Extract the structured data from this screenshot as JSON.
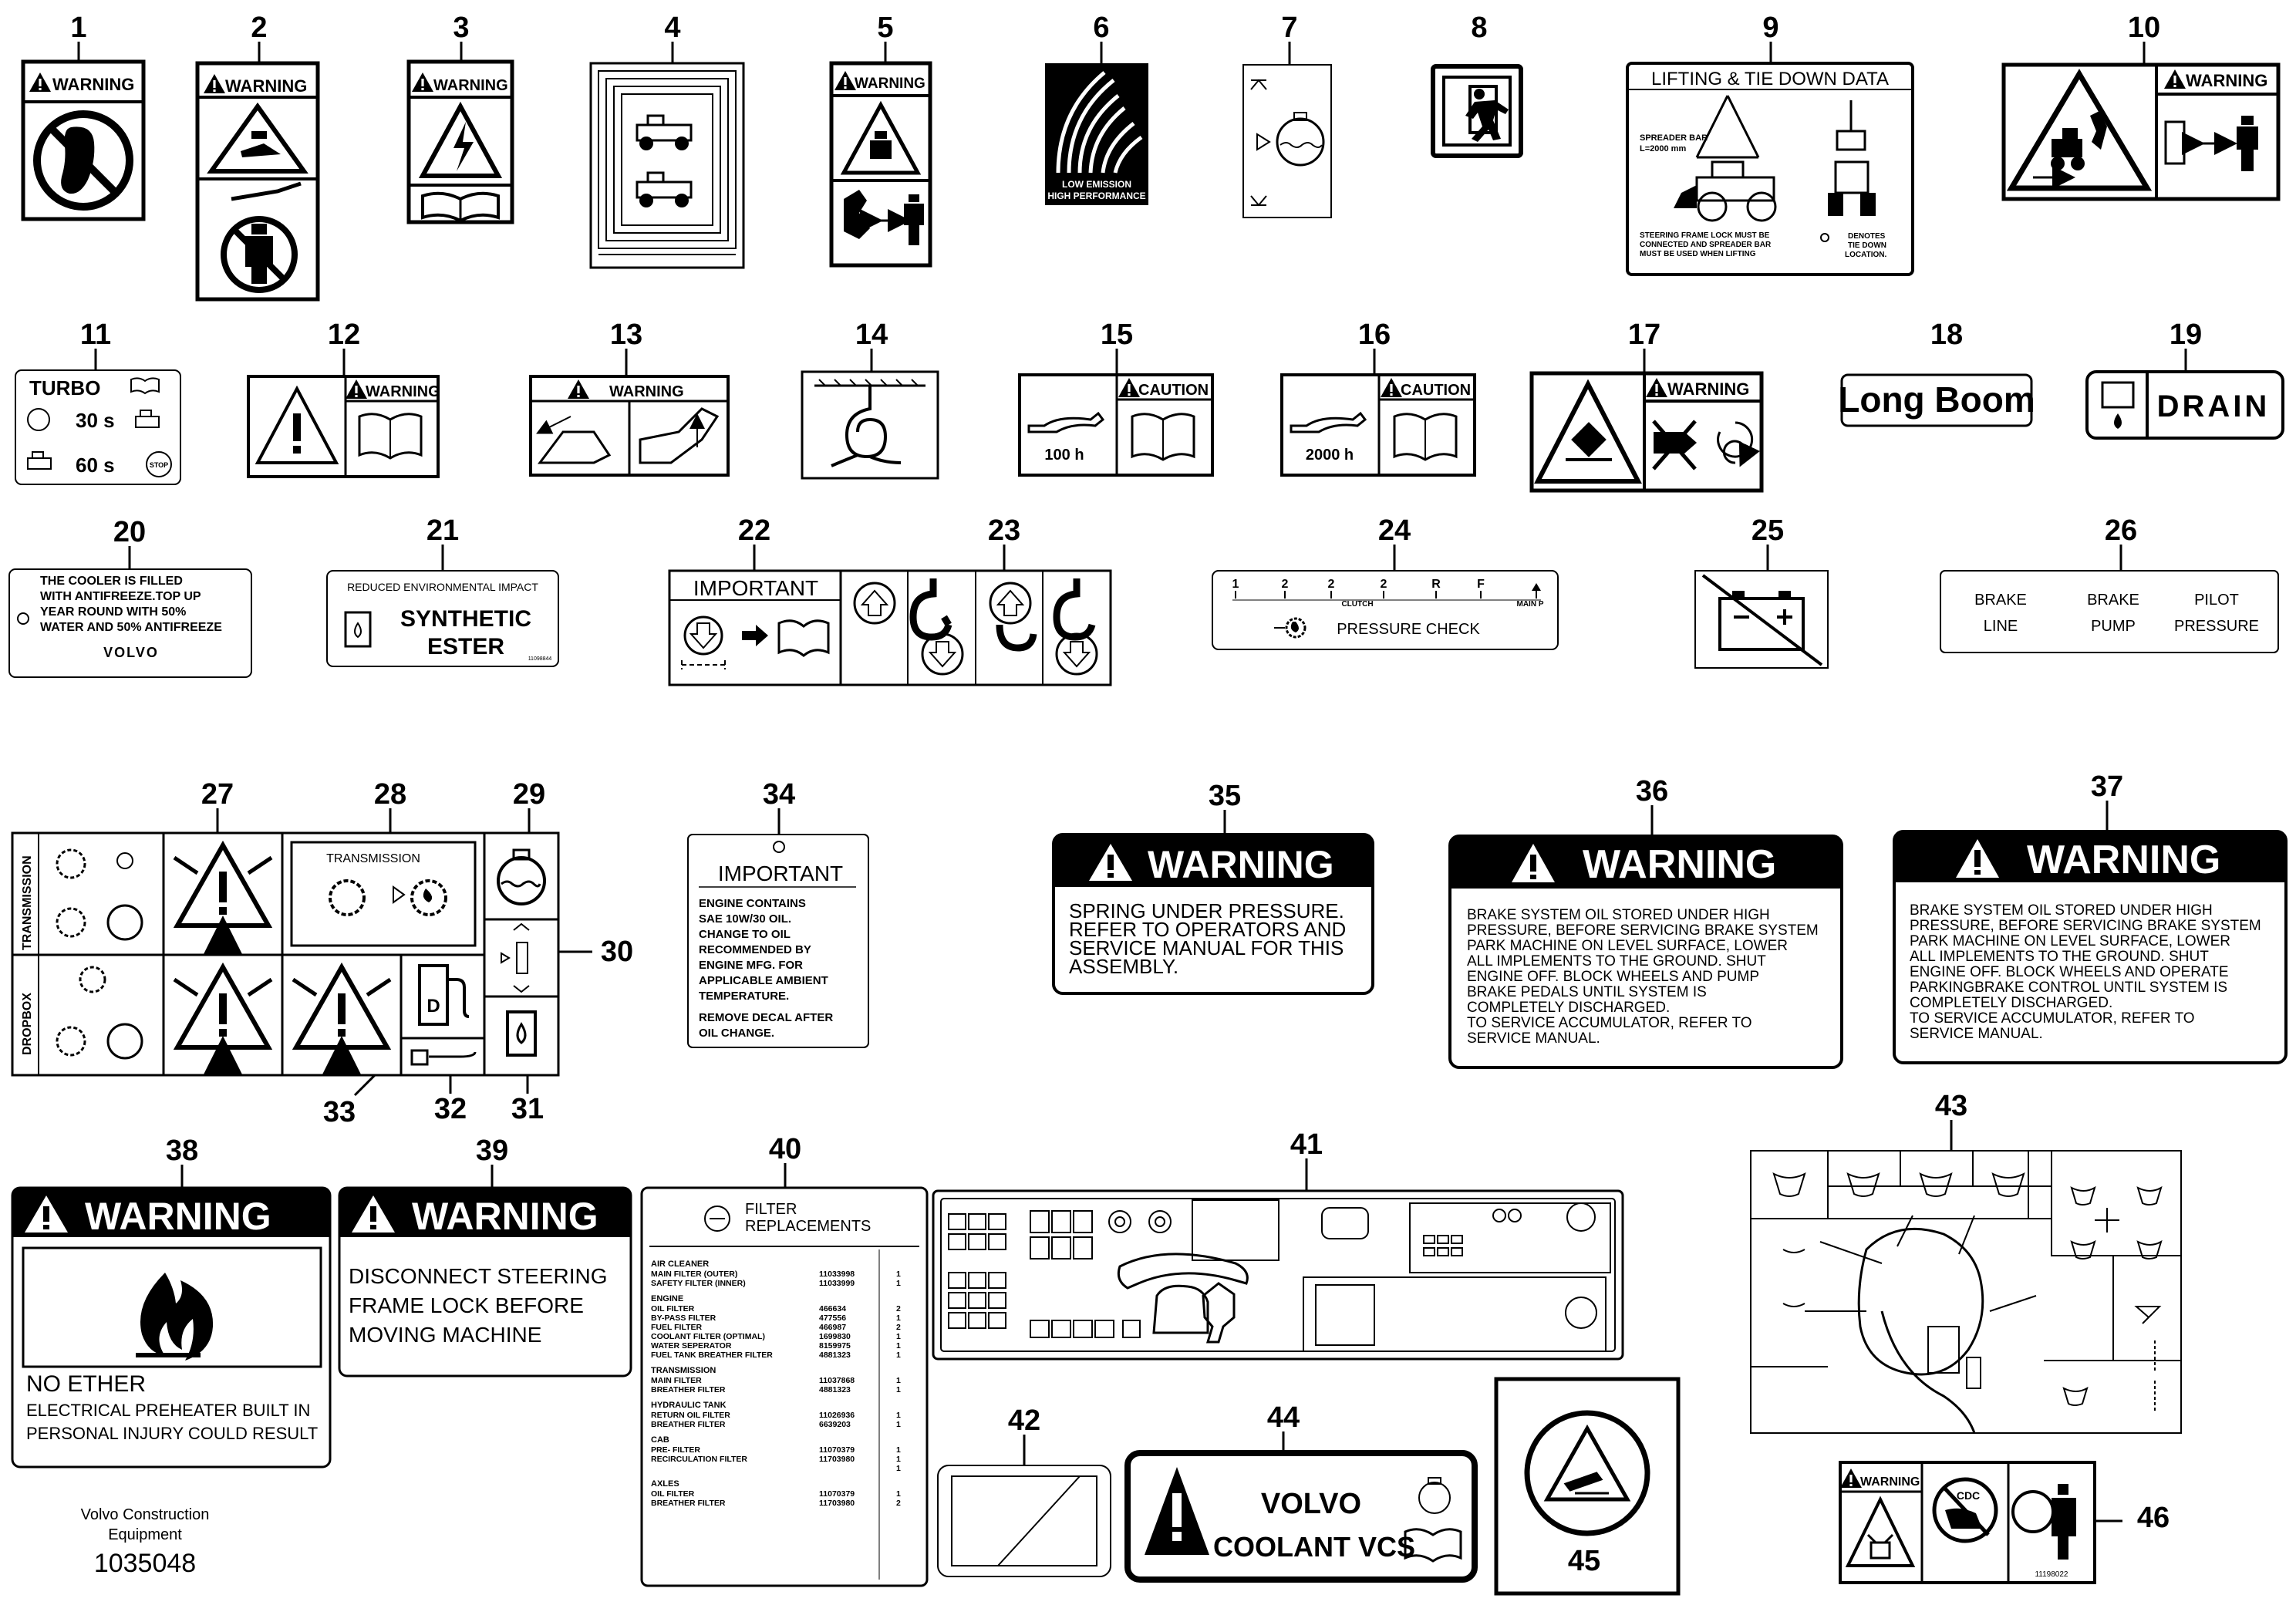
{
  "numbers": [
    "1",
    "2",
    "3",
    "4",
    "5",
    "6",
    "7",
    "8",
    "9",
    "10",
    "11",
    "12",
    "13",
    "14",
    "15",
    "16",
    "17",
    "18",
    "19",
    "20",
    "21",
    "22",
    "23",
    "24",
    "25",
    "26",
    "27",
    "28",
    "29",
    "30",
    "31",
    "32",
    "33",
    "34",
    "35",
    "36",
    "37",
    "38",
    "39",
    "40",
    "41",
    "42",
    "43",
    "44",
    "45",
    "46"
  ],
  "words": {
    "warning": "WARNING",
    "warning_spaced": "WARNING",
    "caution": "CAUTION",
    "important": "IMPORTANT"
  },
  "d6": {
    "l1": "LOW EMISSION",
    "l2": "HIGH PERFORMANCE"
  },
  "d9": {
    "title": "LIFTING & TIE DOWN DATA",
    "bar1": "SPREADER BAR",
    "bar2": "L=2000 mm",
    "n1": "STEERING FRAME LOCK MUST BE",
    "n2": "CONNECTED AND SPREADER BAR",
    "n3": "MUST BE USED WHEN LIFTING",
    "k1": "DENOTES",
    "k2": "TIE DOWN",
    "k3": "LOCATION."
  },
  "d11": {
    "title": "TURBO",
    "t1": "30 s",
    "t2": "60 s",
    "stop": "STOP"
  },
  "d15": {
    "hours": "100 h"
  },
  "d16": {
    "hours": "2000 h"
  },
  "d18": {
    "text": "Long Boom"
  },
  "d19": {
    "text": "DRAIN"
  },
  "d20": {
    "l1": "THE COOLER IS FILLED",
    "l2": "WITH ANTIFREEZE.TOP UP",
    "l3": "YEAR ROUND WITH 50%",
    "l4": "WATER AND 50% ANTIFREEZE",
    "brand": "VOLVO"
  },
  "d21": {
    "top": "REDUCED ENVIRONMENTAL IMPACT",
    "l1": "SYNTHETIC",
    "l2": "ESTER",
    "code": "11098844"
  },
  "d24": {
    "ticks": [
      "1",
      "2",
      "2",
      "2",
      "R",
      "F"
    ],
    "clutch": "CLUTCH",
    "main": "MAIN P",
    "label": "PRESSURE CHECK"
  },
  "d26": {
    "r1": [
      "BRAKE",
      "BRAKE",
      "PILOT"
    ],
    "r2": [
      "LINE",
      "PUMP",
      "PRESSURE"
    ]
  },
  "d27": {
    "s1": "TRANSMISSION",
    "s2": "DROPBOX"
  },
  "d28": {
    "title": "TRANSMISSION"
  },
  "d34": {
    "lines": [
      "ENGINE CONTAINS",
      "SAE 10W/30 OIL.",
      "CHANGE TO OIL",
      "RECOMMENDED BY",
      "ENGINE MFG. FOR",
      "APPLICABLE AMBIENT",
      "TEMPERATURE."
    ],
    "l2a": "REMOVE DECAL AFTER",
    "l2b": "OIL CHANGE."
  },
  "d35": {
    "lines": [
      "SPRING UNDER PRESSURE.",
      "REFER TO OPERATORS AND",
      "SERVICE MANUAL FOR THIS",
      "ASSEMBLY."
    ]
  },
  "d36": {
    "lines": [
      "BRAKE SYSTEM OIL STORED UNDER HIGH",
      "PRESSURE, BEFORE SERVICING BRAKE SYSTEM",
      "PARK MACHINE ON LEVEL SURFACE, LOWER",
      "ALL IMPLEMENTS TO THE GROUND. SHUT",
      "ENGINE OFF. BLOCK WHEELS AND PUMP",
      "BRAKE PEDALS UNTIL SYSTEM IS",
      "COMPLETELY DISCHARGED.",
      "TO SERVICE ACCUMULATOR, REFER TO",
      "SERVICE MANUAL."
    ]
  },
  "d37": {
    "lines": [
      "BRAKE SYSTEM OIL STORED UNDER HIGH",
      "PRESSURE, BEFORE SERVICING BRAKE SYSTEM",
      "PARK MACHINE ON LEVEL SURFACE, LOWER",
      "ALL IMPLEMENTS TO THE GROUND. SHUT",
      "ENGINE OFF. BLOCK WHEELS AND OPERATE",
      "PARKINGBRAKE CONTROL UNTIL SYSTEM IS",
      "COMPLETELY DISCHARGED.",
      "TO SERVICE ACCUMULATOR, REFER TO",
      "SERVICE MANUAL."
    ]
  },
  "d38": {
    "l1": "NO ETHER",
    "l2": "ELECTRICAL PREHEATER BUILT IN",
    "l3": "PERSONAL INJURY COULD RESULT"
  },
  "d39": {
    "lines": [
      "DISCONNECT STEERING",
      "FRAME LOCK BEFORE",
      "MOVING MACHINE"
    ]
  },
  "d40": {
    "title1": "FILTER",
    "title2": "REPLACEMENTS",
    "groups": [
      {
        "name": "AIR CLEANER",
        "rows": [
          [
            "MAIN FILTER (OUTER)",
            "11033998",
            "1"
          ],
          [
            "SAFETY FILTER (INNER)",
            "11033999",
            "1"
          ]
        ]
      },
      {
        "name": "ENGINE",
        "rows": [
          [
            "OIL FILTER",
            "466634",
            "2"
          ],
          [
            "BY-PASS FILTER",
            "477556",
            "1"
          ],
          [
            "FUEL FILTER",
            "466987",
            "2"
          ],
          [
            "COOLANT FILTER (OPTIMAL)",
            "1699830",
            "1"
          ],
          [
            "WATER SEPERATOR",
            "8159975",
            "1"
          ],
          [
            "FUEL TANK BREATHER FILTER",
            "4881323",
            "1"
          ]
        ]
      },
      {
        "name": "TRANSMISSION",
        "rows": [
          [
            "MAIN FILTER",
            "11037868",
            "1"
          ],
          [
            "BREATHER FILTER",
            "4881323",
            "1"
          ]
        ]
      },
      {
        "name": "HYDRAULIC TANK",
        "rows": [
          [
            "RETURN OIL FILTER",
            "11026936",
            "1"
          ],
          [
            "BREATHER FILTER",
            "6639203",
            "1"
          ]
        ]
      },
      {
        "name": "CAB",
        "rows": [
          [
            "PRE- FILTER",
            "11070379",
            "1"
          ],
          [
            "RECIRCULATION FILTER",
            "11703980",
            "1"
          ],
          [
            "",
            "",
            "1"
          ]
        ]
      },
      {
        "name": "AXLES",
        "rows": [
          [
            "OIL FILTER",
            "11070379",
            "1"
          ],
          [
            "BREATHER FILTER",
            "11703980",
            "2"
          ]
        ]
      }
    ]
  },
  "d44": {
    "l1": "VOLVO",
    "l2": "COOLANT VCS"
  },
  "d46": {
    "cdc": "CDC",
    "code": "11198022"
  },
  "footer": {
    "l1": "Volvo Construction",
    "l2": "Equipment",
    "code": "1035048"
  }
}
